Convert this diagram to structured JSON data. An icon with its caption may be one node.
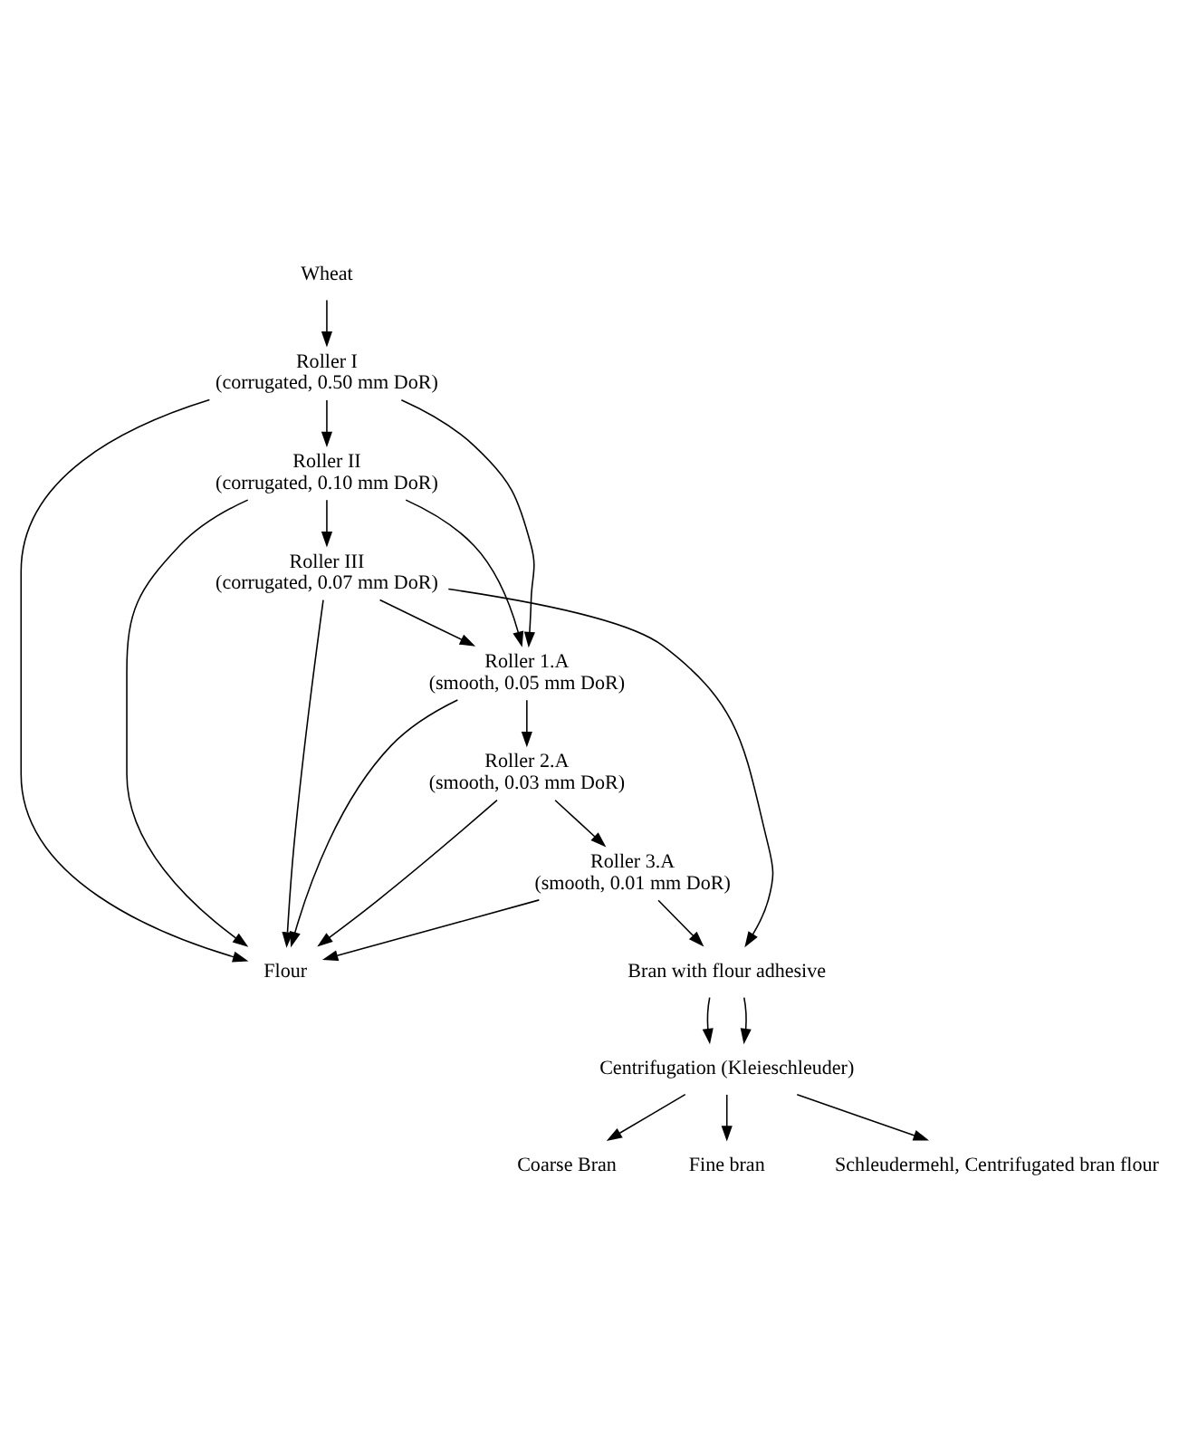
{
  "diagram": {
    "nodes": [
      {
        "text": [
          "Wheat"
        ]
      },
      {
        "text": [
          "Roller I",
          "(corrugated, 0.50 mm DoR)"
        ]
      },
      {
        "text": [
          "Roller II",
          "(corrugated, 0.10 mm DoR)"
        ]
      },
      {
        "text": [
          "Roller III",
          "(corrugated, 0.07 mm DoR)"
        ]
      },
      {
        "text": [
          "Roller 1.A",
          "(smooth, 0.05 mm DoR)"
        ]
      },
      {
        "text": [
          "Roller 2.A",
          "(smooth, 0.03 mm DoR)"
        ]
      },
      {
        "text": [
          "Roller 3.A",
          "(smooth, 0.01 mm DoR)"
        ]
      },
      {
        "text": [
          "Flour"
        ]
      },
      {
        "text": [
          "Bran with flour adhesive"
        ]
      },
      {
        "text": [
          "Centrifugation (Kleieschleuder)"
        ]
      },
      {
        "text": [
          "Coarse Bran"
        ]
      },
      {
        "text": [
          "Fine bran"
        ]
      },
      {
        "text": [
          "Schleudermehl, Centrifugated bran flour"
        ]
      }
    ],
    "edges": [
      {
        "from": 0,
        "to": 1,
        "arrow": "to"
      },
      {
        "from": 1,
        "to": 7,
        "arrow": "to"
      },
      {
        "from": 1,
        "to": 2,
        "arrow": "to"
      },
      {
        "from": 1,
        "to": 4,
        "arrow": "to"
      },
      {
        "from": 2,
        "to": 7,
        "arrow": "to"
      },
      {
        "from": 2,
        "to": 3,
        "arrow": "to"
      },
      {
        "from": 2,
        "to": 4,
        "arrow": "to"
      },
      {
        "from": 3,
        "to": 7,
        "arrow": "to"
      },
      {
        "from": 3,
        "to": 4,
        "arrow": "to"
      },
      {
        "from": 4,
        "to": 5,
        "arrow": "to"
      },
      {
        "from": 4,
        "to": 7,
        "arrow": "to"
      },
      {
        "from": 5,
        "to": 6,
        "arrow": "to"
      },
      {
        "from": 5,
        "to": 7,
        "arrow": "to"
      },
      {
        "from": 6,
        "to": 7,
        "arrow": "to"
      },
      {
        "from": 3,
        "to": 8,
        "arrow": "to"
      },
      {
        "from": 6,
        "to": 8,
        "arrow": "to"
      },
      {
        "from": 8,
        "to": 9,
        "arrow": "to"
      },
      {
        "from": 8,
        "to": 9,
        "arrow": "to"
      },
      {
        "from": 9,
        "to": 10,
        "arrow": "to"
      },
      {
        "from": 9,
        "to": 12,
        "arrow": "to"
      },
      {
        "from": 9,
        "to": 11,
        "arrow": "to"
      }
    ]
  }
}
